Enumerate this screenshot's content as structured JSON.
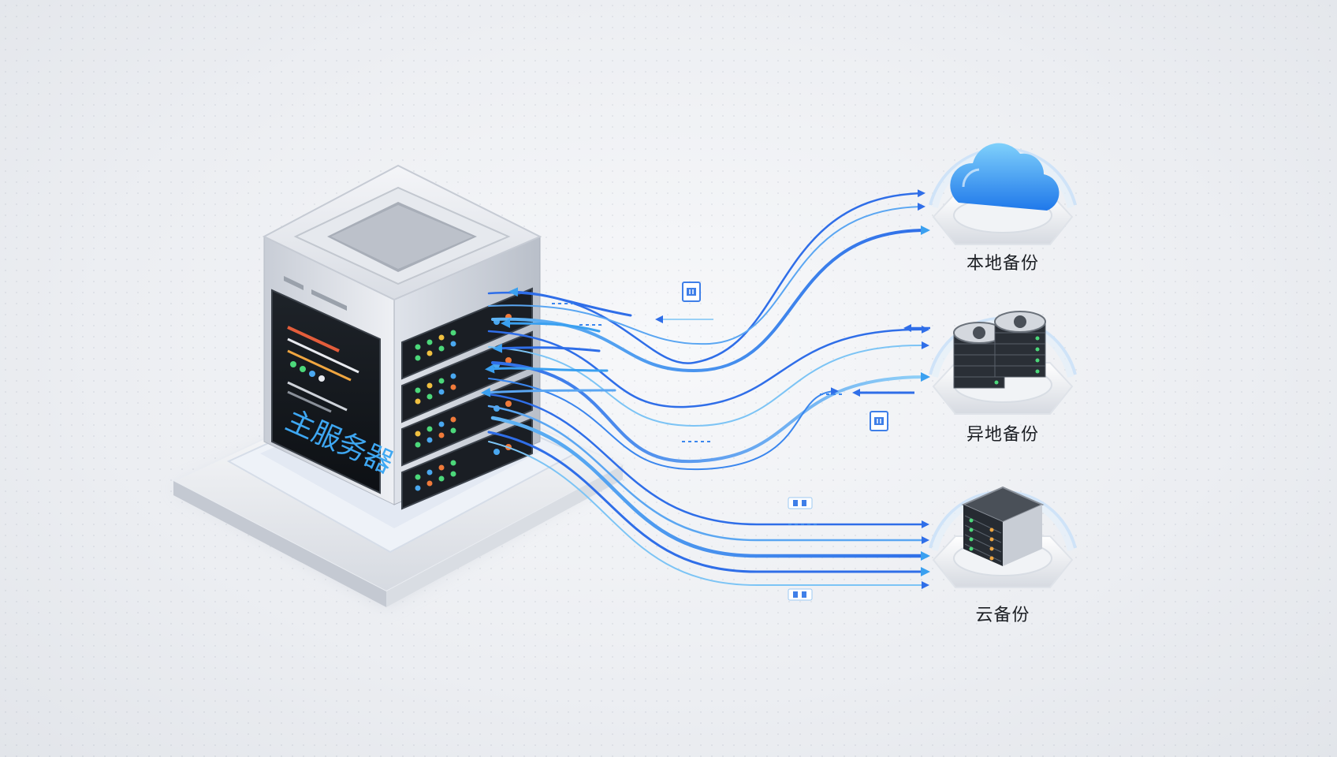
{
  "main_server": {
    "label": "主服务器"
  },
  "targets": [
    {
      "label": "本地备份",
      "icon": "cloud-icon"
    },
    {
      "label": "异地备份",
      "icon": "disk-stack-icon"
    },
    {
      "label": "云备份",
      "icon": "server-rack-icon"
    }
  ],
  "colors": {
    "flow_dark": "#2f6ee8",
    "flow_light": "#7cc4f5",
    "accent": "#3b8df0"
  }
}
